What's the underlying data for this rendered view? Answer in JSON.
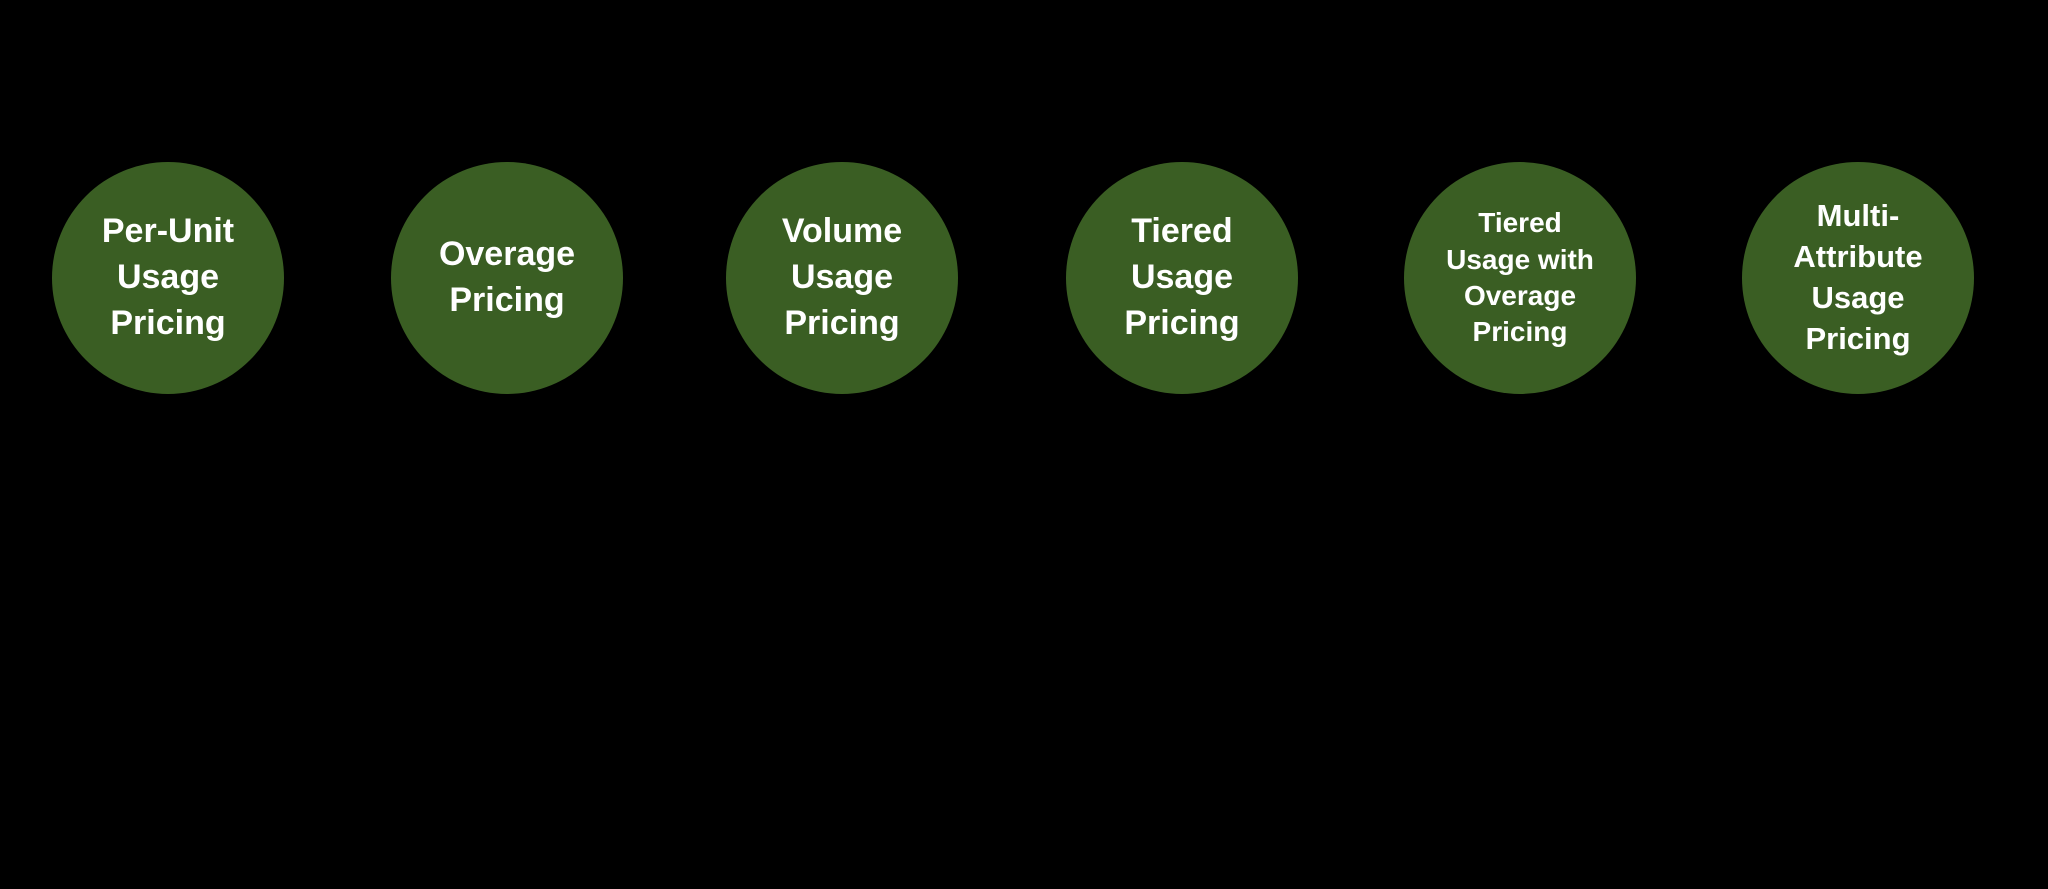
{
  "diagram": {
    "colors": {
      "background": "#000000",
      "circle": "#3a5e23",
      "text": "#ffffff"
    },
    "nodes": [
      {
        "label": "Per-Unit\nUsage\nPricing"
      },
      {
        "label": "Overage\nPricing"
      },
      {
        "label": "Volume\nUsage\nPricing"
      },
      {
        "label": "Tiered\nUsage\nPricing"
      },
      {
        "label": "Tiered\nUsage with\nOverage\nPricing"
      },
      {
        "label": "Multi-\nAttribute\nUsage\nPricing"
      }
    ]
  }
}
